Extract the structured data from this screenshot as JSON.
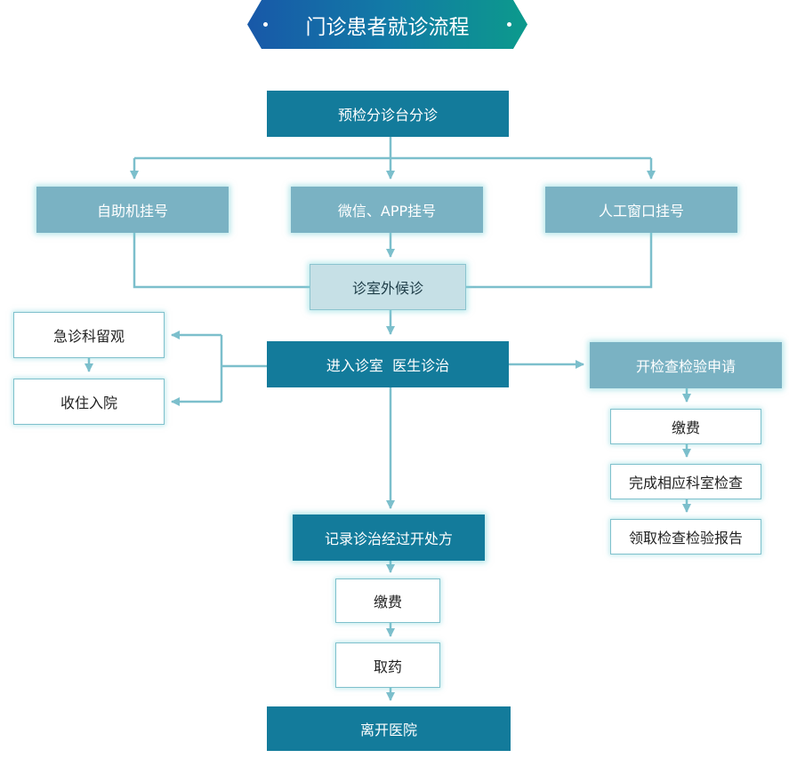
{
  "title": "门诊患者就诊流程",
  "nodes": {
    "triage": "预检分诊台分诊",
    "self_register": "自助机挂号",
    "wechat_register": "微信、APP挂号",
    "manual_register": "人工窗口挂号",
    "waiting": "诊室外候诊",
    "consult": "进入诊室  医生诊治",
    "emergency": "急诊科留观",
    "hospitalize": "收住入院",
    "exam_request": "开检查检验申请",
    "exam_pay": "缴费",
    "exam_done": "完成相应科室检查",
    "exam_report": "领取检查检验报告",
    "prescription": "记录诊治经过开处方",
    "pay": "缴费",
    "medicine": "取药",
    "leave": "离开医院"
  },
  "colors": {
    "dark": "#137b9b",
    "mid": "#7ab2c3",
    "light": "#c6e0e6",
    "connector": "#7cbfcc",
    "banner_start": "#1858a8",
    "banner_end": "#0c9a8c"
  }
}
